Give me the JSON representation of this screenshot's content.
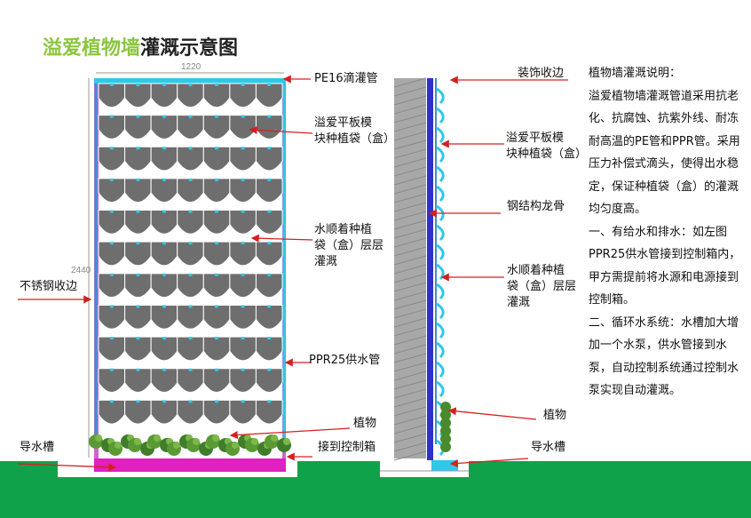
{
  "title": {
    "brand": "溢爱植物墙",
    "rest": "灌溉示意图"
  },
  "dimensions": {
    "width": "1220",
    "height": "2440"
  },
  "left_labels": {
    "pe16": "PE16滴灌管",
    "module": "溢爱平板模\n块种植袋（盒）",
    "irrigation": "水顺着种植\n袋（盒）层层\n灌溉",
    "steel_edge": "不锈钢收边",
    "ppr25": "PPR25供水管",
    "plants": "植物",
    "gutter": "导水槽",
    "control_box": "接到控制箱"
  },
  "right_labels": {
    "trim": "装饰收边",
    "module": "溢爱平板模\n块种植袋（盒）",
    "keel": "钢结构龙骨",
    "irrigation": "水顺着种植\n袋（盒）层层\n灌溉",
    "plants": "植物",
    "gutter": "导水槽"
  },
  "description": {
    "heading": "植物墙灌溉说明：",
    "p1": "溢爱植物墙灌溉管道采用抗老化、抗腐蚀、抗紫外线、耐冻耐高温的PE管和PPR管。采用压力补偿式滴头，使得出水稳定，保证种植袋（盒）的灌溉均匀度高。",
    "p2": "一、有给水和排水：如左图PPR25供水管接到控制箱内，甲方需提前将水源和电源接到控制箱。",
    "p3": "二、循环水系统：水槽加大增加一个水泵，供水管接到水泵，自动控制系统通过控制水泵实现自动灌溉。"
  },
  "colors": {
    "ground": "#10a24a",
    "pocket": "#6e6e6e",
    "frame_edge": "#cc66cc",
    "gutter": "#e020c0",
    "pipe": "#3a8fd0",
    "keel": "#3030c8",
    "drip": "#30c8e8",
    "arrow": "#d42020"
  }
}
